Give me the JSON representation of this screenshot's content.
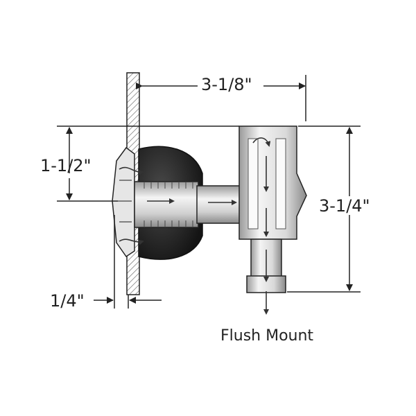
{
  "dimensions": {
    "width_top": "3-1/8\"",
    "height_left": "1-1/2\"",
    "height_right": "3-1/4\"",
    "thickness_bottom": "1/4\""
  },
  "caption": "Flush Mount",
  "colors": {
    "line": "#222222",
    "gasket": "#1e1e1e",
    "metal_light": "#f2f2f2",
    "metal_mid": "#c8c8c8",
    "metal_dark": "#8a8a8a",
    "wall_hatch": "#555555"
  }
}
